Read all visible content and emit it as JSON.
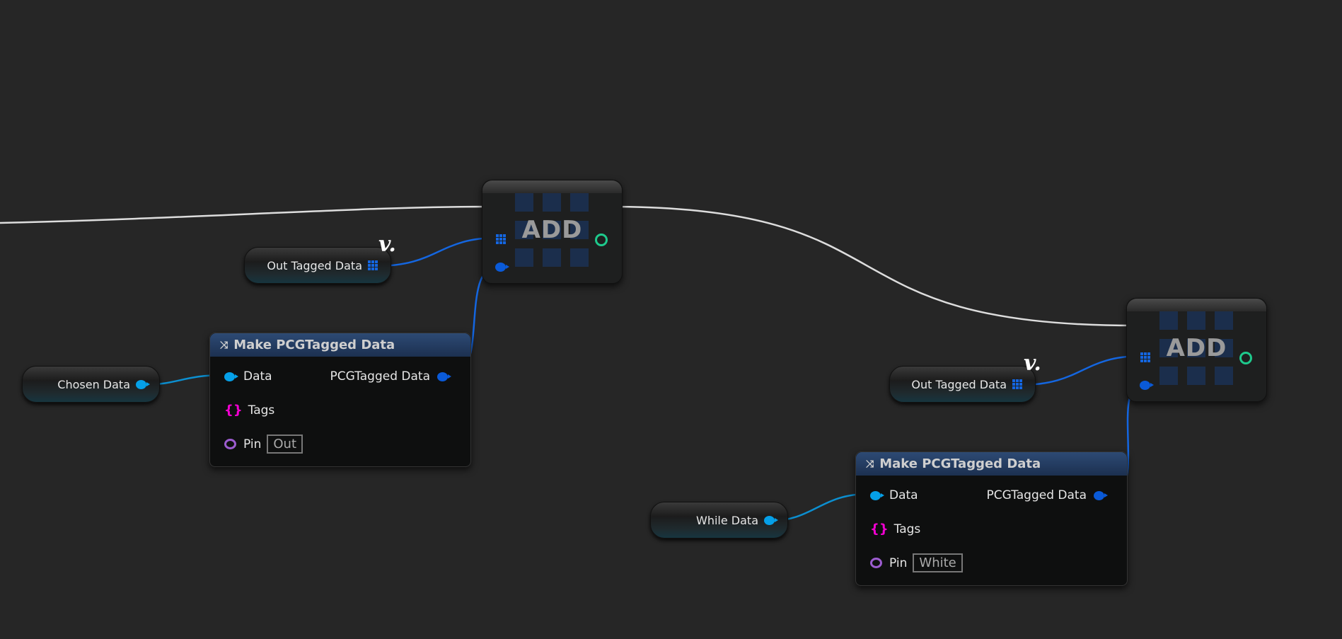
{
  "add_nodes": [
    {
      "label": "ADD"
    },
    {
      "label": "ADD"
    }
  ],
  "variables": [
    {
      "label": "Out Tagged Data"
    },
    {
      "label": "Chosen Data"
    },
    {
      "label": "Out Tagged Data"
    },
    {
      "label": "While Data"
    }
  ],
  "make_nodes": [
    {
      "title": "Make PCGTagged Data",
      "data_pin": "Data",
      "tags_pin": "Tags",
      "pin_label": "Pin",
      "pin_value": "Out",
      "output": "PCGTagged Data"
    },
    {
      "title": "Make PCGTagged Data",
      "data_pin": "Data",
      "tags_pin": "Tags",
      "pin_label": "Pin",
      "pin_value": "White",
      "output": "PCGTagged Data"
    }
  ],
  "colors": {
    "background": "#262626",
    "exec_wire": "#ffffff",
    "data_wire": "#0a5ad8",
    "header": "#2d4a74"
  }
}
